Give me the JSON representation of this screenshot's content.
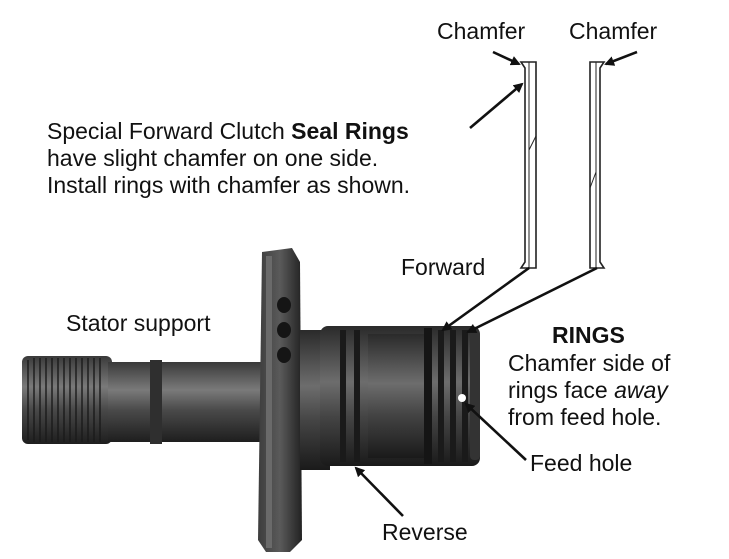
{
  "labels": {
    "chamfer_left": "Chamfer",
    "chamfer_right": "Chamfer",
    "note_line1_pre": "Special Forward Clutch ",
    "note_line1_bold": "Seal Rings",
    "note_line2": "have slight chamfer on one side.",
    "note_line3": "Install rings with chamfer as shown.",
    "forward": "Forward",
    "stator_support": "Stator support",
    "rings_title": "RINGS",
    "rings_line1": "Chamfer side of",
    "rings_line2_pre": "rings face ",
    "rings_line2_em": "away",
    "rings_line3": "from feed hole.",
    "feed_hole": "Feed hole",
    "reverse": "Reverse"
  },
  "colors": {
    "part_dark": "#2b2b2b",
    "part_mid": "#4a4a4a",
    "part_light": "#8a8a8a",
    "ink": "#111111"
  }
}
